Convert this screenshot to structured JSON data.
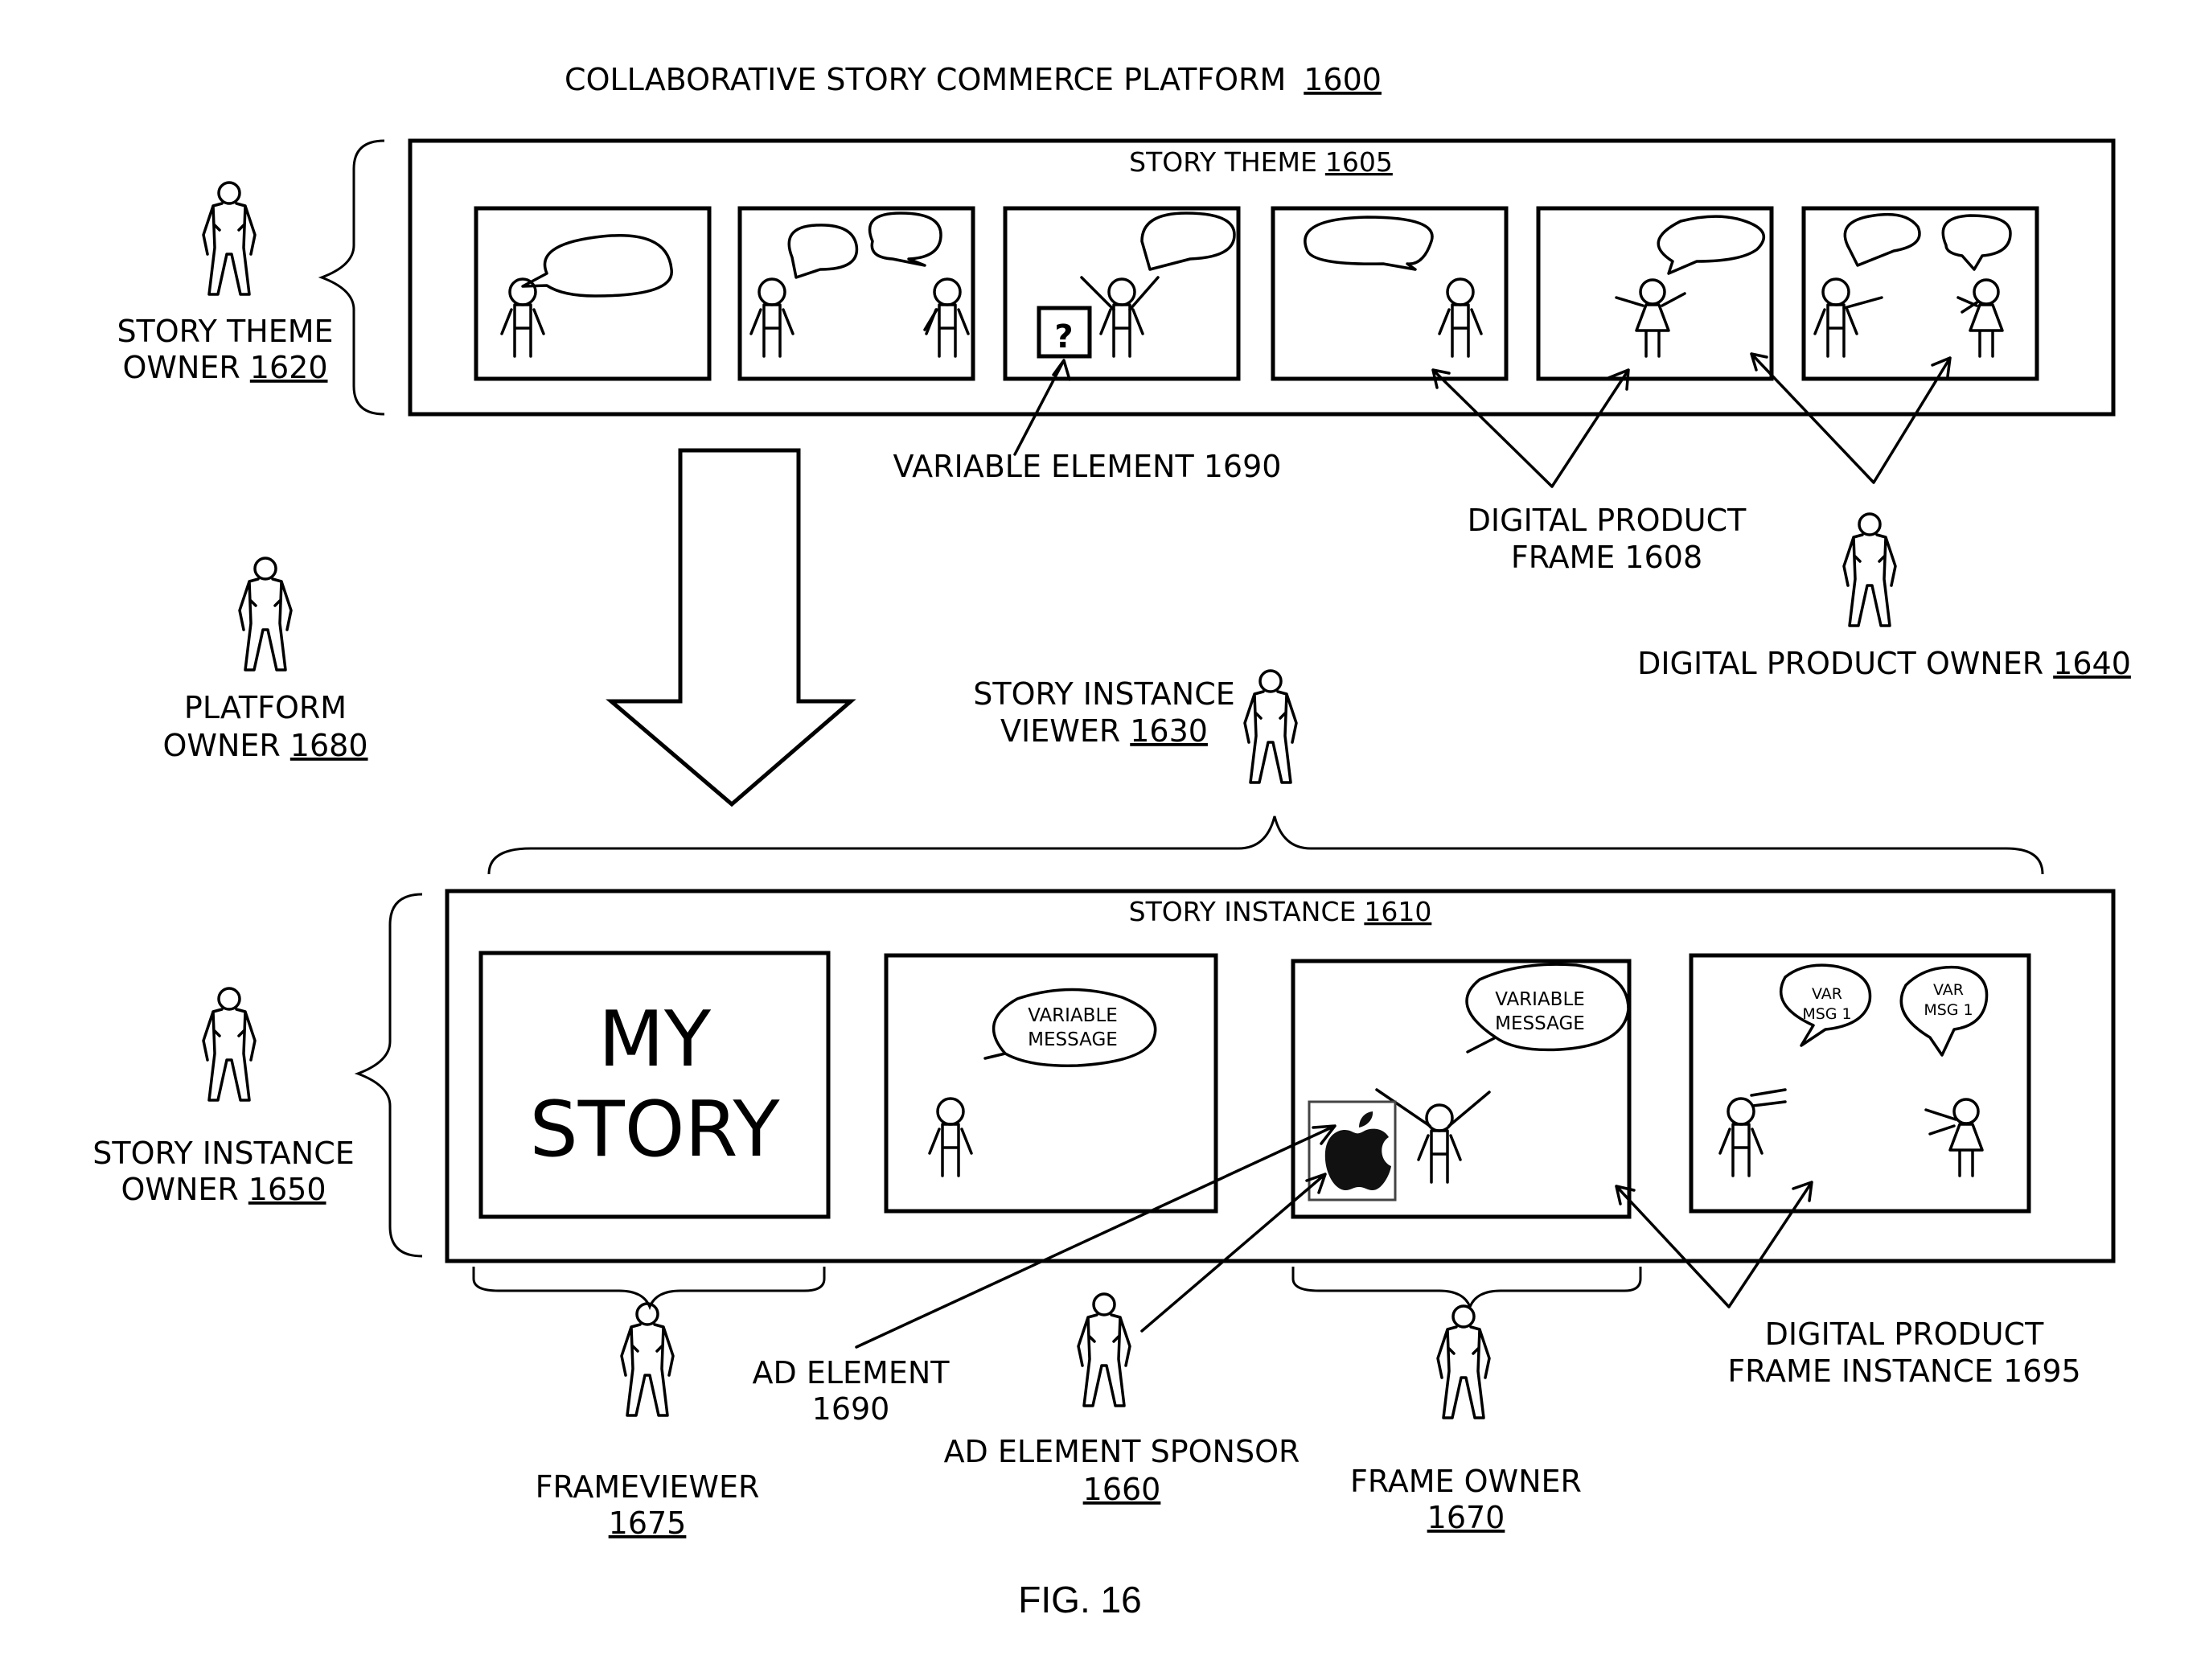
{
  "title": {
    "text": "COLLABORATIVE STORY COMMERCE PLATFORM",
    "ref": "1600"
  },
  "story_theme": {
    "label": "STORY THEME",
    "ref": "1605"
  },
  "story_instance": {
    "label": "STORY INSTANCE",
    "ref": "1610"
  },
  "roles": {
    "story_theme_owner": {
      "line1": "STORY THEME",
      "line2": "OWNER",
      "ref": "1620"
    },
    "platform_owner": {
      "line1": "PLATFORM",
      "line2": "OWNER",
      "ref": "1680"
    },
    "story_instance_viewer": {
      "line1": "STORY INSTANCE",
      "line2": "VIEWER",
      "ref": "1630"
    },
    "digital_product_owner": {
      "line1": "DIGITAL PRODUCT OWNER",
      "ref": "1640"
    },
    "story_instance_owner": {
      "line1": "STORY INSTANCE",
      "line2": "OWNER",
      "ref": "1650"
    },
    "frame_viewer": {
      "line1": "FRAMEVIEWER",
      "ref": "1675"
    },
    "ad_element_sponsor": {
      "line1": "AD ELEMENT SPONSOR",
      "ref": "1660"
    },
    "frame_owner": {
      "line1": "FRAME OWNER",
      "ref": "1670"
    }
  },
  "callouts": {
    "variable_element": "VARIABLE ELEMENT 1690",
    "digital_product_frame": {
      "line1": "DIGITAL PRODUCT",
      "line2": "FRAME 1608"
    },
    "ad_element": {
      "line1": "AD ELEMENT",
      "line2": "1690"
    },
    "digital_product_frame_instance": {
      "line1": "DIGITAL PRODUCT",
      "line2": "FRAME INSTANCE 1695"
    }
  },
  "frames": {
    "question_mark": "?",
    "my_story": {
      "line1": "MY",
      "line2": "STORY"
    },
    "variable_message": {
      "line1": "VARIABLE",
      "line2": "MESSAGE"
    },
    "var_msg": {
      "line1": "VAR",
      "line2": "MSG 1"
    }
  },
  "figure_label": "FIG. 16"
}
